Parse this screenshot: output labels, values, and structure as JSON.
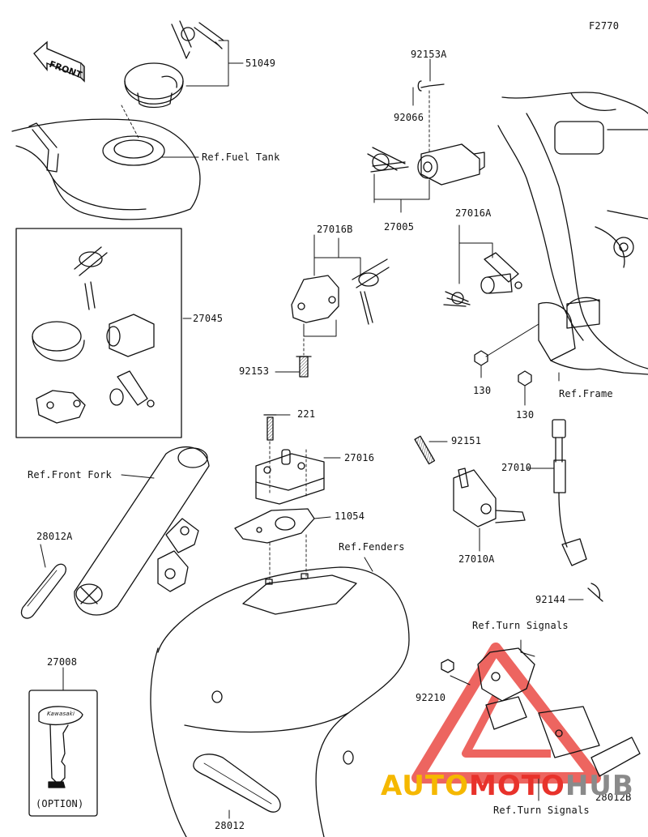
{
  "figure_code": "F2770",
  "front_arrow_text": "FRONT",
  "labels": {
    "p51049": "51049",
    "p92153A": "92153A",
    "p92066": "92066",
    "ref_fuel_tank": "Ref.Fuel Tank",
    "p27005": "27005",
    "p27016B": "27016B",
    "p27016A": "27016A",
    "p27045": "27045",
    "p92153": "92153",
    "p130a": "130",
    "p130b": "130",
    "ref_frame": "Ref.Frame",
    "p221": "221",
    "p27016": "27016",
    "p92151": "92151",
    "p27010": "27010",
    "ref_front_fork": "Ref.Front Fork",
    "p11054": "11054",
    "p28012A": "28012A",
    "ref_fenders": "Ref.Fenders",
    "p27010A": "27010A",
    "p92144": "92144",
    "ref_turn_signals_top": "Ref.Turn Signals",
    "p27008": "27008",
    "p92210": "92210",
    "option": "(OPTION)",
    "p28012": "28012",
    "p28012B": "28012B",
    "ref_turn_signals_bottom": "Ref.Turn Signals"
  },
  "key_brand": "Kawasaki",
  "watermark": {
    "part1": "AUTO",
    "part2": "MOTO",
    "part3": "HUB"
  },
  "colors": {
    "line": "#111111",
    "watermark_yellow": "#f5b800",
    "watermark_red": "#e8322b",
    "watermark_gray": "#8a8a8a"
  }
}
